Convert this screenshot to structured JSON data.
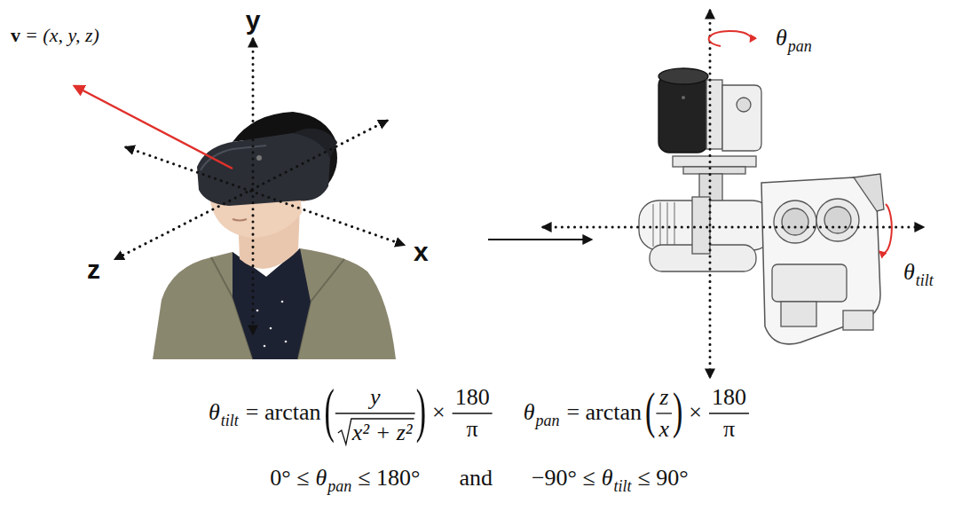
{
  "diagram": {
    "labels": [
      "v",
      "= (x, y, z)",
      "y",
      "θ",
      "pan",
      "z",
      "x",
      "θ",
      "tilt",
      "θ",
      "tilt",
      "= arctan",
      "(",
      "y",
      "x² + z²",
      ")",
      "×",
      "180",
      "π",
      "θ",
      "pan",
      "= arctan",
      "(",
      "z",
      "x",
      ")",
      "×",
      "180",
      "π",
      "0° ≤",
      "θ",
      "pan",
      "≤ 180°",
      "and",
      "−90° ≤",
      "θ",
      "tilt",
      "≤ 90°"
    ]
  }
}
